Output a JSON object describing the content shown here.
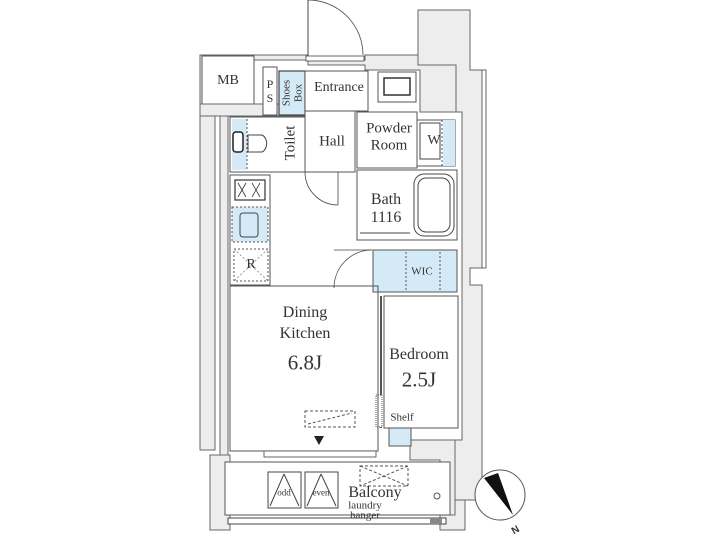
{
  "plan": {
    "colors": {
      "wall_fill": "#ededed",
      "wall_line": "#555555",
      "water_blue": "#d4ebf7",
      "text": "#333333"
    },
    "rooms": {
      "mb": "MB",
      "ps_p": "P",
      "ps_s": "S",
      "shoes_box_1": "Shoes",
      "shoes_box_2": "Box",
      "entrance": "Entrance",
      "toilet": "Toilet",
      "hall": "Hall",
      "powder_room_1": "Powder",
      "powder_room_2": "Room",
      "washer": "W",
      "bath": "Bath",
      "bath_size": "1116",
      "refrigerator": "R",
      "wic": "WIC",
      "dining_kitchen_1": "Dining",
      "dining_kitchen_2": "Kitchen",
      "dining_kitchen_size": "6.8J",
      "bedroom": "Bedroom",
      "bedroom_size": "2.5J",
      "shelf": "Shelf",
      "balcony": "Balcony",
      "laundry_1": "laundry",
      "laundry_2": "hanger",
      "evac_odd": "odd",
      "evac_even": "even"
    },
    "compass": {
      "label": "N",
      "rotation_deg": 150
    }
  }
}
